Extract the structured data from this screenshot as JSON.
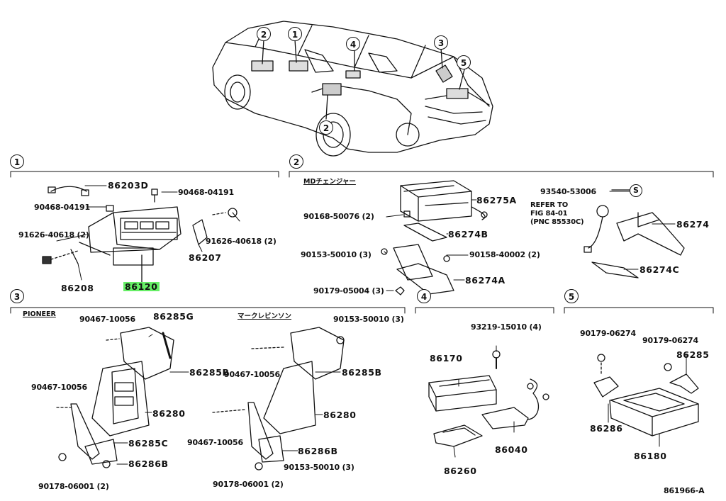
{
  "car_callouts": [
    "2",
    "1",
    "4",
    "3",
    "5",
    "2"
  ],
  "sections": [
    {
      "number": "1"
    },
    {
      "number": "2"
    },
    {
      "number": "3"
    },
    {
      "number": "4"
    },
    {
      "number": "5"
    }
  ],
  "section1": {
    "labels": {
      "p86203D": "86203D",
      "p90468_04191_a": "90468-04191",
      "p90468_04191_b": "90468-04191",
      "p91626_40618_a": "91626-40618 (2)",
      "p91626_40618_b": "91626-40618 (2)",
      "p86207": "86207",
      "p86208": "86208",
      "p86120": "86120"
    }
  },
  "section2": {
    "subtitle": "MDチェンジャー",
    "refer": "REFER TO\nFIG 84-01\n(PNC 85530C)",
    "symbol_s": "S",
    "labels": {
      "p86275A": "86275A",
      "p90168_50076": "90168-50076 (2)",
      "p86274B": "86274B",
      "p90153_50010": "90153-50010 (3)",
      "p90158_40002": "90158-40002 (2)",
      "p90179_05004": "90179-05004 (3)",
      "p86274A": "86274A",
      "p93540_53006": "93540-53006",
      "p86274": "86274",
      "p86274C": "86274C"
    }
  },
  "section3": {
    "subtitle_left": "PIONEER",
    "subtitle_right": "マークレビンソン",
    "labels": {
      "p90467_10056_a": "90467-10056",
      "p86285G": "86285G",
      "p86285B_a": "86285B",
      "p90467_10056_b": "90467-10056",
      "p86280_a": "86280",
      "p86285C": "86285C",
      "p86286B_a": "86286B",
      "p90178_06001_a": "90178-06001 (2)",
      "p90153_50010_a": "90153-50010 (3)",
      "p90467_10056_c": "90467-10056",
      "p86285B_b": "86285B",
      "p86280_b": "86280",
      "p90467_10056_d": "90467-10056",
      "p86286B_b": "86286B",
      "p90153_50010_b": "90153-50010 (3)",
      "p90178_06001_b": "90178-06001 (2)"
    }
  },
  "section4": {
    "labels": {
      "p93219_15010": "93219-15010 (4)",
      "p86170": "86170",
      "p86040": "86040",
      "p86260": "86260"
    }
  },
  "section5": {
    "labels": {
      "p90179_06274_a": "90179-06274",
      "p90179_06274_b": "90179-06274",
      "p86285": "86285",
      "p86286": "86286",
      "p86180": "86180"
    }
  },
  "diagram_id": "861966-A",
  "highlight_color": "#66ee66"
}
